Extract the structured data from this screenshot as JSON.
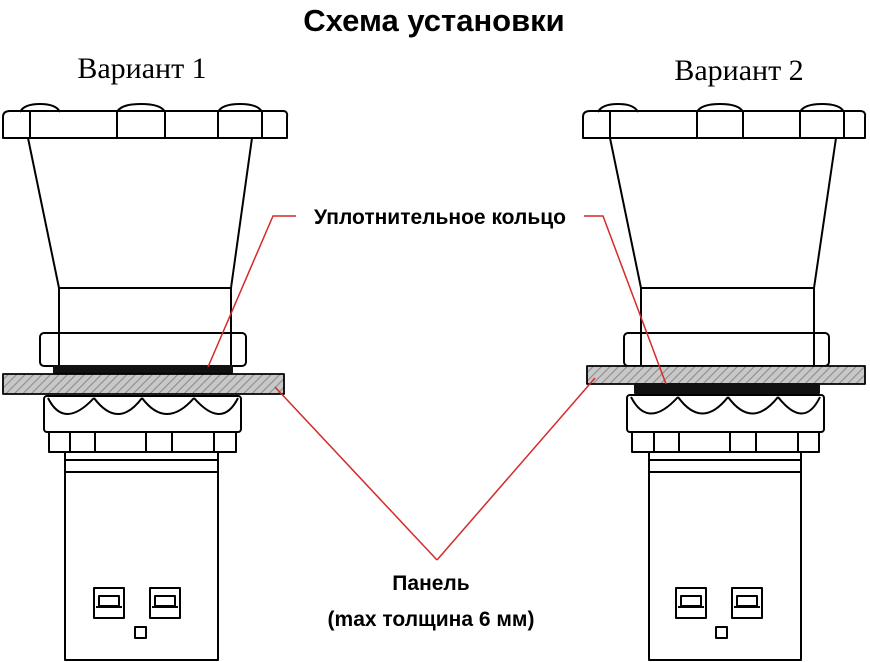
{
  "title": "Схема установки",
  "variants": [
    {
      "label": "Вариант 1"
    },
    {
      "label": "Вариант 2"
    }
  ],
  "callouts": {
    "seal_ring": "Уплотнительное кольцо",
    "panel": "Панель",
    "panel_note": "(max толщина 6 мм)"
  },
  "colors": {
    "line": "#000000",
    "leader": "#d42a2a",
    "panel_fill": "#c8c8c8",
    "seal": "#111111"
  }
}
